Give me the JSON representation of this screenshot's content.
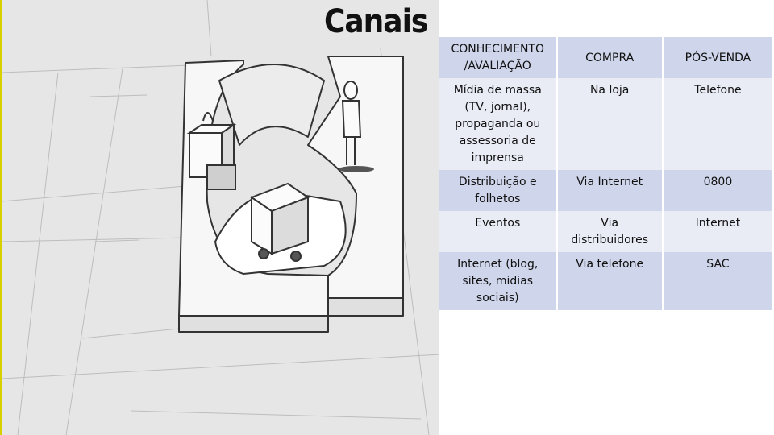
{
  "title": "Canais",
  "table": {
    "headers": [
      "CONHECIMENTO /AVALIAÇÃO",
      "COMPRA",
      "PÓS-VENDA"
    ],
    "rows": [
      [
        "Mídia de massa (TV, jornal), propaganda ou assessoria de imprensa",
        "Na loja",
        "Telefone"
      ],
      [
        "Distribuição e folhetos",
        "Via Internet",
        "0800"
      ],
      [
        "Eventos",
        "Via distribuidores",
        "Internet"
      ],
      [
        "Internet (blog, sites, midias sociais)",
        "Via telefone",
        "SAC"
      ]
    ]
  },
  "illustration": {
    "description_icon": "channels-sketch-illustration",
    "colors": {
      "background": "#e6e6e6",
      "ink": "#333333",
      "block": "#f7f7f7"
    }
  }
}
